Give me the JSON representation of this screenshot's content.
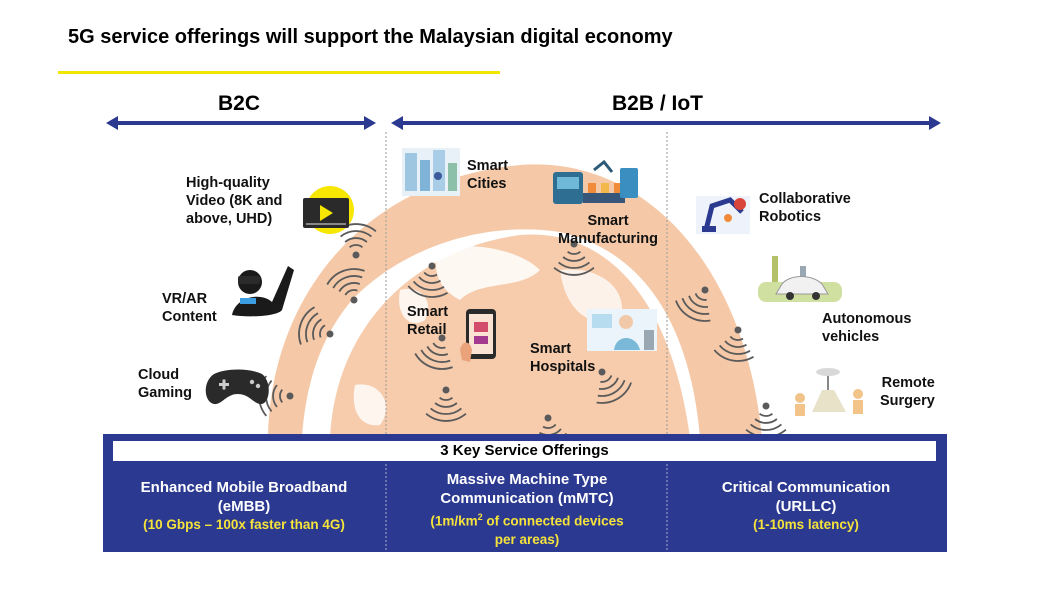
{
  "title": "5G service offerings will support the Malaysian digital economy",
  "segments": {
    "b2c": "B2C",
    "b2b": "B2B / IoT"
  },
  "use_cases": {
    "video": [
      "High-quality",
      "Video (8K and",
      "above, UHD)"
    ],
    "vr": [
      "VR/AR",
      "Content"
    ],
    "gaming": [
      "Cloud",
      "Gaming"
    ],
    "cities": [
      "Smart",
      "Cities"
    ],
    "manufacturing": [
      "Smart",
      "Manufacturing"
    ],
    "retail": [
      "Smart",
      "Retail"
    ],
    "hospitals": [
      "Smart",
      "Hospitals"
    ],
    "robotics": [
      "Collaborative",
      "Robotics"
    ],
    "vehicles": [
      "Autonomous",
      "vehicles"
    ],
    "surgery": [
      "Remote",
      "Surgery"
    ]
  },
  "key_offerings": {
    "title": "3 Key Service Offerings",
    "embb": {
      "line1": "Enhanced Mobile Broadband",
      "line2": "(eMBB)",
      "detail": "(10 Gbps – 100x faster than 4G)"
    },
    "mmtc": {
      "line1": "Massive Machine Type",
      "line2": "Communication (mMTC)",
      "detail_pre": "(1m/km",
      "detail_sup": "2",
      "detail_post": " of connected devices",
      "detail_line2": "per areas)"
    },
    "urllc": {
      "line1": "Critical Communication",
      "line2": "(URLLC)",
      "detail": "(1-10ms latency)"
    }
  },
  "colors": {
    "navy": "#2b3990",
    "accent_yellow": "#f5e33b",
    "underline_yellow": "#f2e500",
    "globe": "#f5c9a8",
    "wave": "#5a5a5a"
  }
}
